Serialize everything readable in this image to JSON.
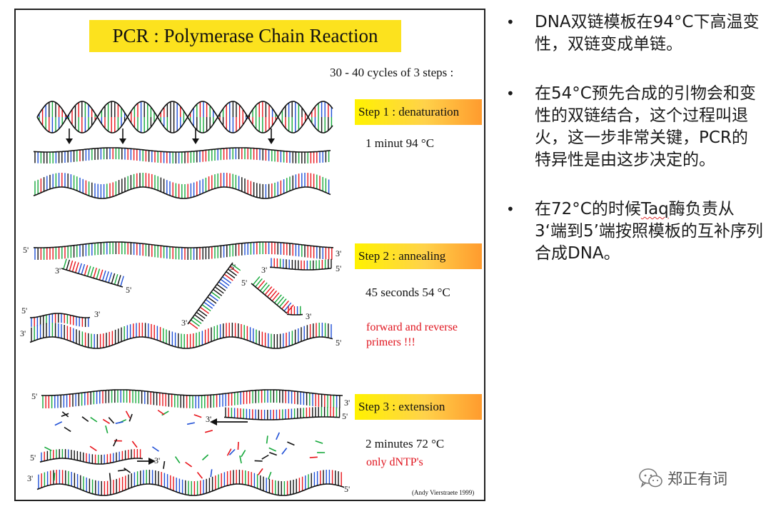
{
  "slide": {
    "title": "PCR : Polymerase Chain Reaction",
    "cycles_text": "30 - 40 cycles of 3 steps :",
    "steps": [
      {
        "label": "Step 1 : denaturation",
        "condition": "1 minut 94 °C"
      },
      {
        "label": "Step 2 : annealing",
        "condition": "45 seconds 54 °C",
        "note": "forward and reverse primers !!!"
      },
      {
        "label": "Step 3 : extension",
        "condition": "2 minutes 72 °C",
        "note": "only dNTP's"
      }
    ],
    "end_3": "3'",
    "end_5": "5'",
    "credit": "(Andy Vierstraete 1999)",
    "colors": {
      "title_bg": "#fce21e",
      "step_gradient_start": "#fff200",
      "step_gradient_end": "#ff9b2e",
      "note_red": "#e0141e",
      "base_red": "#e8141b",
      "base_green": "#15a83a",
      "base_blue": "#1f4fd6",
      "base_black": "#111111"
    }
  },
  "bullets": [
    {
      "text": "DNA双链模板在94°C下高温变性，双链变成单链。"
    },
    {
      "text": "在54°C预先合成的引物会和变性的双链结合，这个过程叫退火，这一步非常关键，PCR的特异性是由这步决定的。"
    },
    {
      "pre": "在72°C的时候",
      "mark": "Taq",
      "post": "酶负责从3‘端到5’端按照模板的互补序列合成DNA。"
    }
  ],
  "watermark": {
    "text": "郑正有词",
    "icon": "wechat-icon"
  }
}
